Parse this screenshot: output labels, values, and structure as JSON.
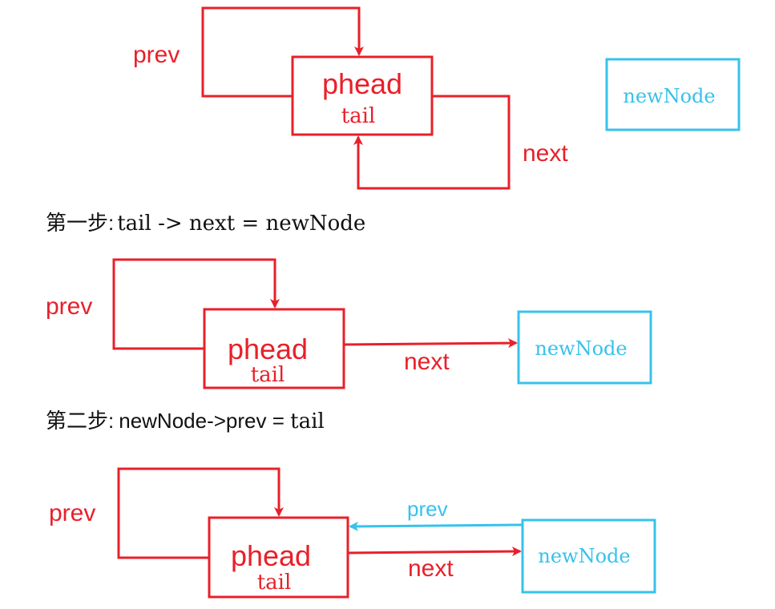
{
  "colors": {
    "red": "#e8202a",
    "blue": "#37c2ec",
    "text": "#111111"
  },
  "diagram1": {
    "node_name": "phead",
    "node_pointer": "tail",
    "prev_label": "prev",
    "next_label": "next",
    "new_node_label": "newNode"
  },
  "step1": {
    "prefix": "第一步:",
    "code": "tail -> next = newNode"
  },
  "diagram2": {
    "node_name": "phead",
    "node_pointer": "tail",
    "prev_label": "prev",
    "next_label": "next",
    "new_node_label": "newNode"
  },
  "step2": {
    "prefix": "第二步:",
    "code": "newNode->prev = ",
    "code_tail": "tail"
  },
  "diagram3": {
    "node_name": "phead",
    "node_pointer": "tail",
    "prev_label": "prev",
    "next_label": "next",
    "new_prev_label": "prev",
    "new_node_label": "newNode"
  }
}
